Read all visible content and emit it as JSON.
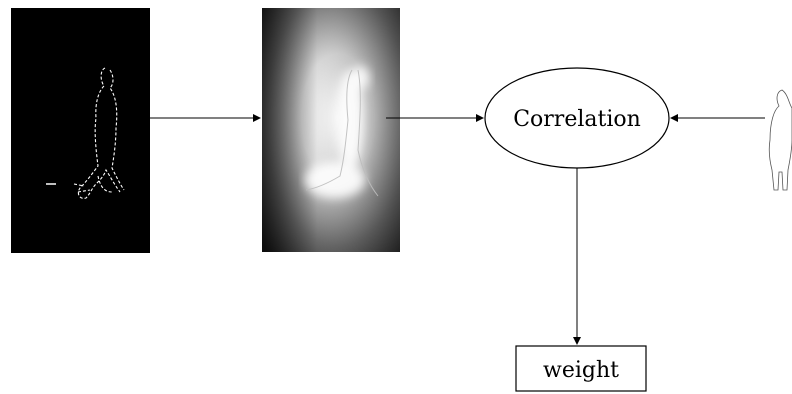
{
  "nodes": {
    "correlation": {
      "label": "Correlation"
    },
    "weight": {
      "label": "weight"
    }
  },
  "images": {
    "edge_map": {
      "description": "edge-detected silhouette on black background"
    },
    "distance_map": {
      "description": "grayscale distance transform image"
    },
    "template": {
      "description": "human silhouette outline template"
    }
  },
  "colors": {
    "edge_background": "#000000",
    "edge_lines": "#ffffff",
    "arrow": "#000000"
  }
}
